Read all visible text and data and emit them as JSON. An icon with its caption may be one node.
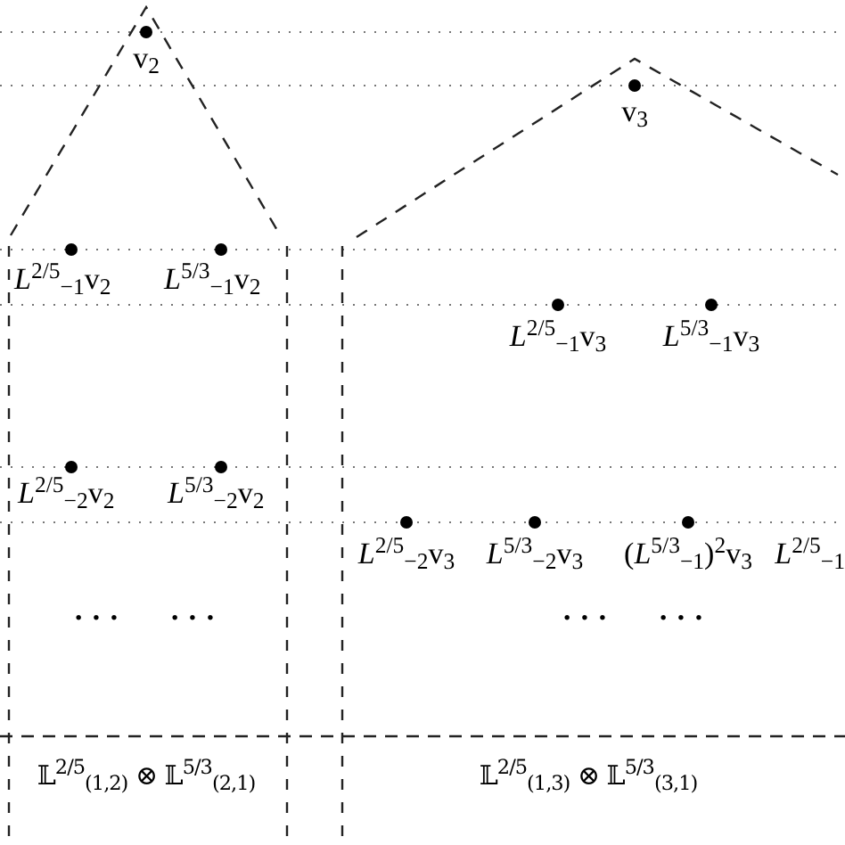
{
  "diagram": {
    "labels": [
      "v$_{2}$",
      "v$_{3}$",
      "*L*$^{2/5}$$_{−1}$v$_{2}$",
      "*L*$^{5/3}$$_{−1}$v$_{2}$",
      "*L*$^{2/5}$$_{−1}$v$_{3}$",
      "*L*$^{5/3}$$_{−1}$v$_{3}$",
      "*L*$^{2/5}$$_{−2}$v$_{2}$",
      "*L*$^{5/3}$$_{−2}$v$_{2}$",
      "*L*$^{2/5}$$_{−2}$v$_{3}$",
      "*L*$^{5/3}$$_{−2}$v$_{3}$",
      "(*L*$^{5/3}$$_{−1}$)$^{2}$v$_{3}$",
      "*L*$^{2/5}$$_{−1}$",
      "· · ·",
      "· · ·",
      "· · ·",
      "· · ·",
      "𝕃$^{2/5}$$_{(1,2)}$ ⊗ 𝕃$^{5/3}$$_{(2,1)}$",
      "𝕃$^{2/5}$$_{(1,3)}$ ⊗ 𝕃$^{5/3}$$_{(3,1)}$"
    ]
  }
}
